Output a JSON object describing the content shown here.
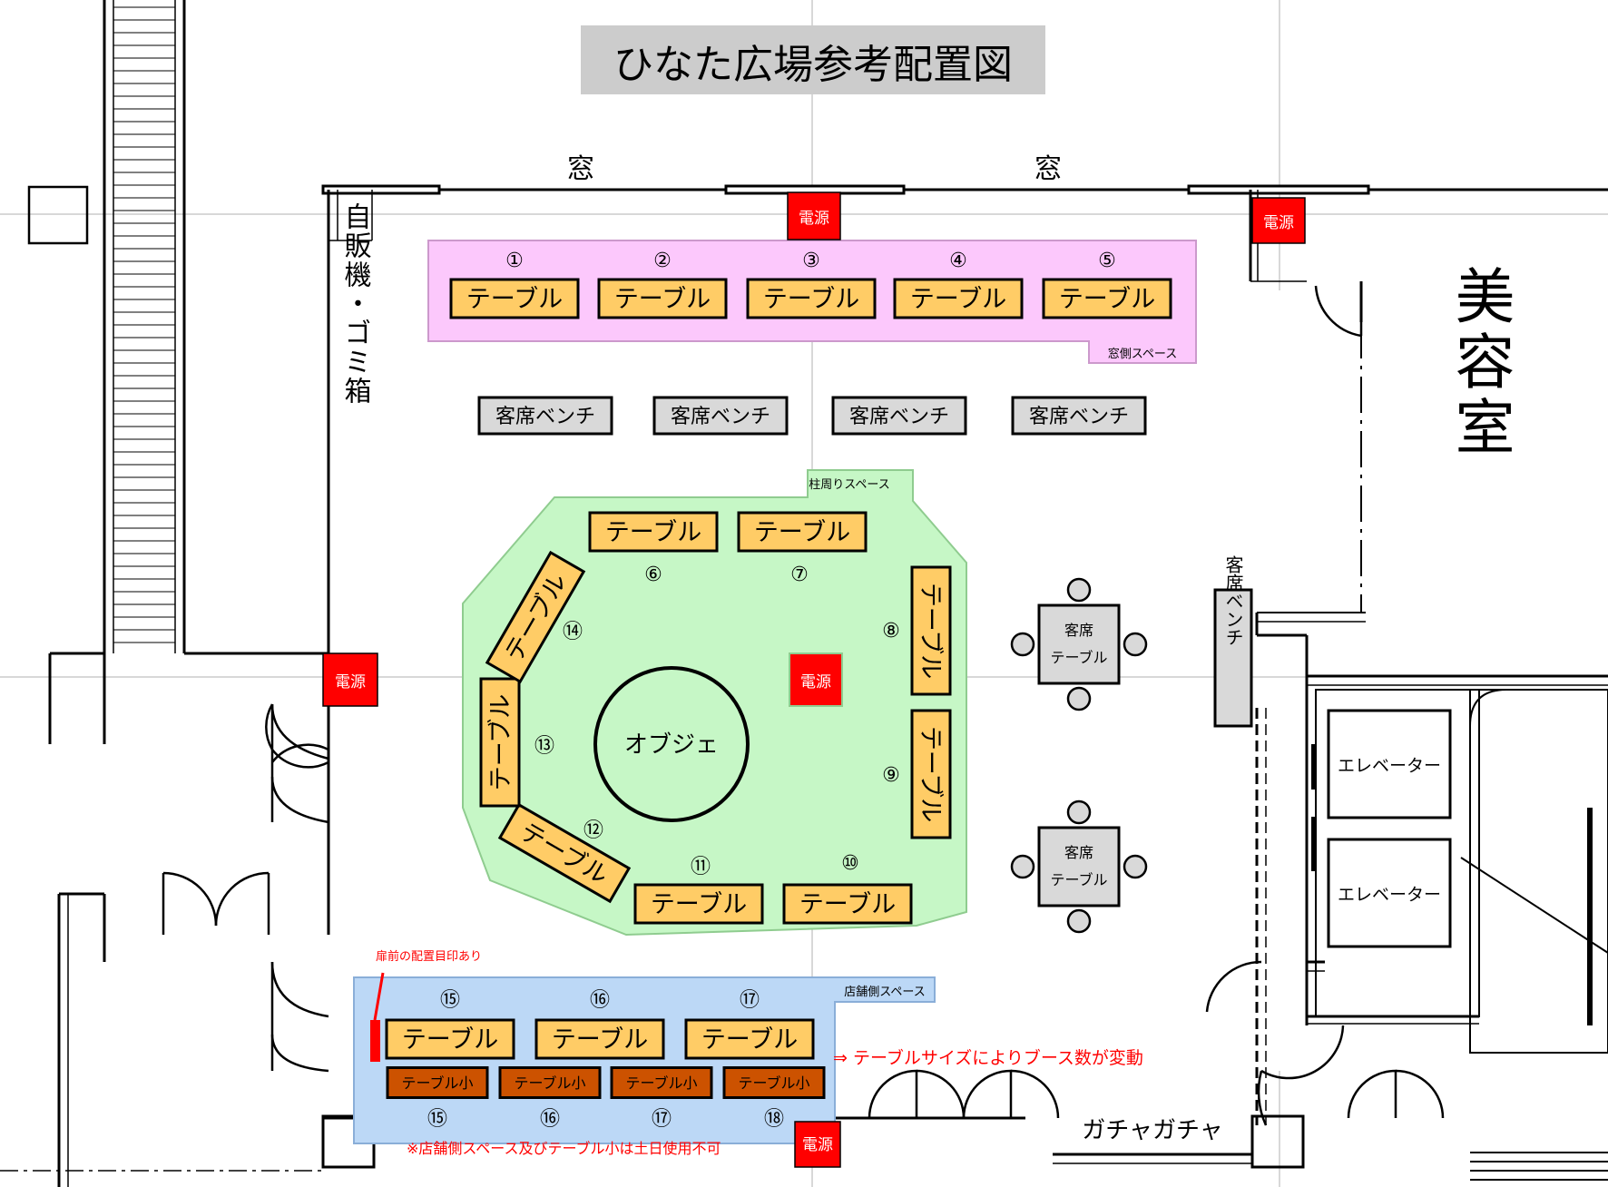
{
  "title": "ひなた広場参考配置図",
  "window_label": "窓",
  "power_label": "電源",
  "vending_label": "自販機・ゴミ箱",
  "salon_label": "美容室",
  "elevator_label": "エレベーター",
  "gacha_label": "ガチャガチャ",
  "object_label": "オブジェ",
  "guest_bench_label": "客席ベンチ",
  "guest_table_line1": "客席",
  "guest_table_line2": "テーブル",
  "table_label": "テーブル",
  "small_table_label": "テーブル小",
  "zones": {
    "window": "窓側スペース",
    "pillar": "柱周りスペース",
    "store": "店舗側スペース"
  },
  "window_numbers": [
    "①",
    "②",
    "③",
    "④",
    "⑤"
  ],
  "pillar_numbers": [
    "⑥",
    "⑦",
    "⑧",
    "⑨",
    "⑩",
    "⑪",
    "⑫",
    "⑬",
    "⑭"
  ],
  "store_numbers_top": [
    "⑮",
    "⑯",
    "⑰"
  ],
  "store_numbers_bottom": [
    "⑮",
    "⑯",
    "⑰",
    "⑱"
  ],
  "notes": {
    "door_mark": "扉前の配置目印あり",
    "variable": "⇒ テーブルサイズによりブース数が変動",
    "weekend": "※店舗側スペース及びテーブル小は土日使用不可"
  },
  "colors": {
    "table_fill": "#ffcc66",
    "small_table_fill": "#cc5200",
    "window_zone": "#fcc8fc",
    "pillar_zone": "#c6f7c6",
    "store_zone": "#bcd8f6",
    "power": "#ff0000",
    "note_red": "#ff0000",
    "bench_fill": "#d9d9d9"
  }
}
